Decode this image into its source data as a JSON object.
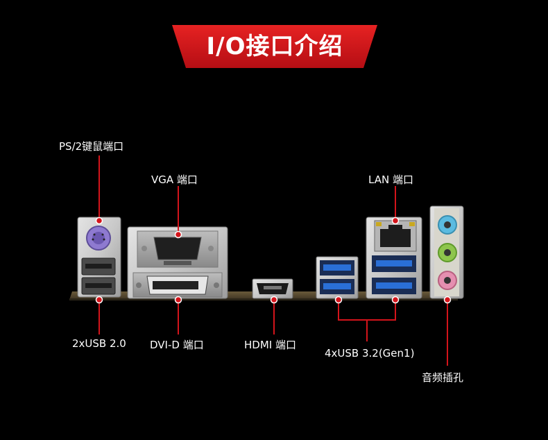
{
  "title": "I/O接口介绍",
  "colors": {
    "accent_red": "#d4141b",
    "background": "#000000",
    "usb3_blue": "#2a6fd6",
    "ps2_purple": "#8e7ad0",
    "audio_blue": "#5bbbe0",
    "audio_green": "#8ec54c",
    "audio_pink": "#e58fb0"
  },
  "ports": {
    "ps2": "PS/2键鼠端口",
    "vga": "VGA 端口",
    "lan": "LAN 端口",
    "usb2": "2xUSB 2.0",
    "dvi": "DVI-D 端口",
    "hdmi": "HDMI 端口",
    "usb3": "4xUSB 3.2(Gen1)",
    "audio": "音频插孔"
  }
}
